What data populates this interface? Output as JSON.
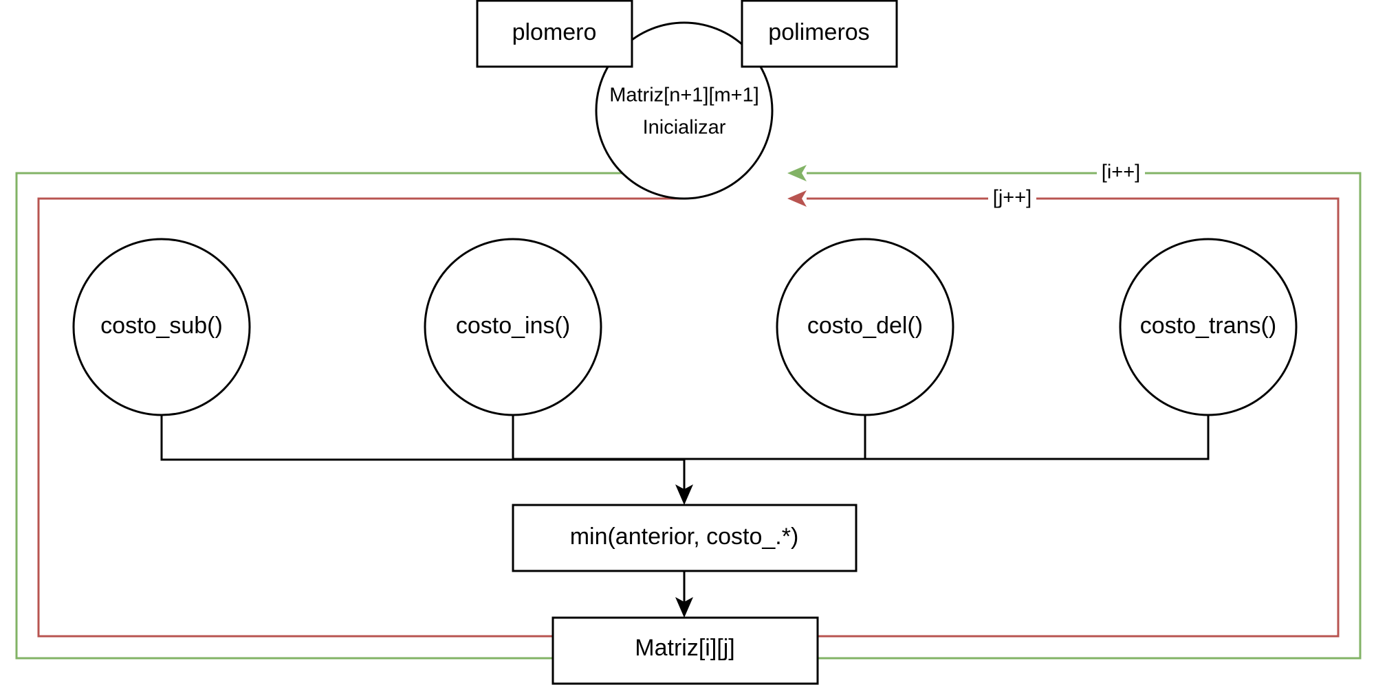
{
  "nodes": {
    "plomero": "plomero",
    "polimeros": "polimeros",
    "matriz_init_line1": "Matriz[n+1][m+1]",
    "matriz_init_line2": "Inicializar",
    "costo_sub": "costo_sub()",
    "costo_ins": "costo_ins()",
    "costo_del": "costo_del()",
    "costo_trans": "costo_trans()",
    "min": "min(anterior, costo_.*)",
    "matriz_ij": "Matriz[i][j]"
  },
  "edges": {
    "i_loop_label": "[i++]",
    "j_loop_label": "[j++]"
  },
  "colors": {
    "stroke": "#000000",
    "i_loop": "#82b366",
    "j_loop": "#b85450",
    "background": "#ffffff"
  }
}
